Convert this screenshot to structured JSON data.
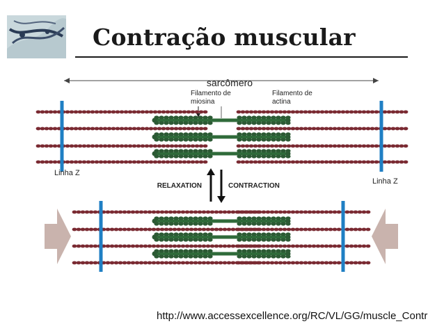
{
  "slide": {
    "title": "Contração muscular",
    "source_url": "http://www.accessexcellence.org/RC/VL/GG/muscle_Contr"
  },
  "diagram": {
    "sarcomere_label": "sarcômero",
    "myosin_label": [
      "Filamento de",
      "miosina"
    ],
    "actin_label": [
      "Filamento de",
      "actina"
    ],
    "zline_left_label": "Linha Z",
    "zline_right_label": "Linha Z",
    "relaxation_label": "RELAXATION",
    "contraction_label": "CONTRACTION"
  },
  "colors": {
    "z_line": "#1f7fc4",
    "actin": "#7a2a32",
    "myosin": "#2f6b3a",
    "myosin_head": "#2c5a34",
    "push_arrow": "#c9b3ad"
  }
}
